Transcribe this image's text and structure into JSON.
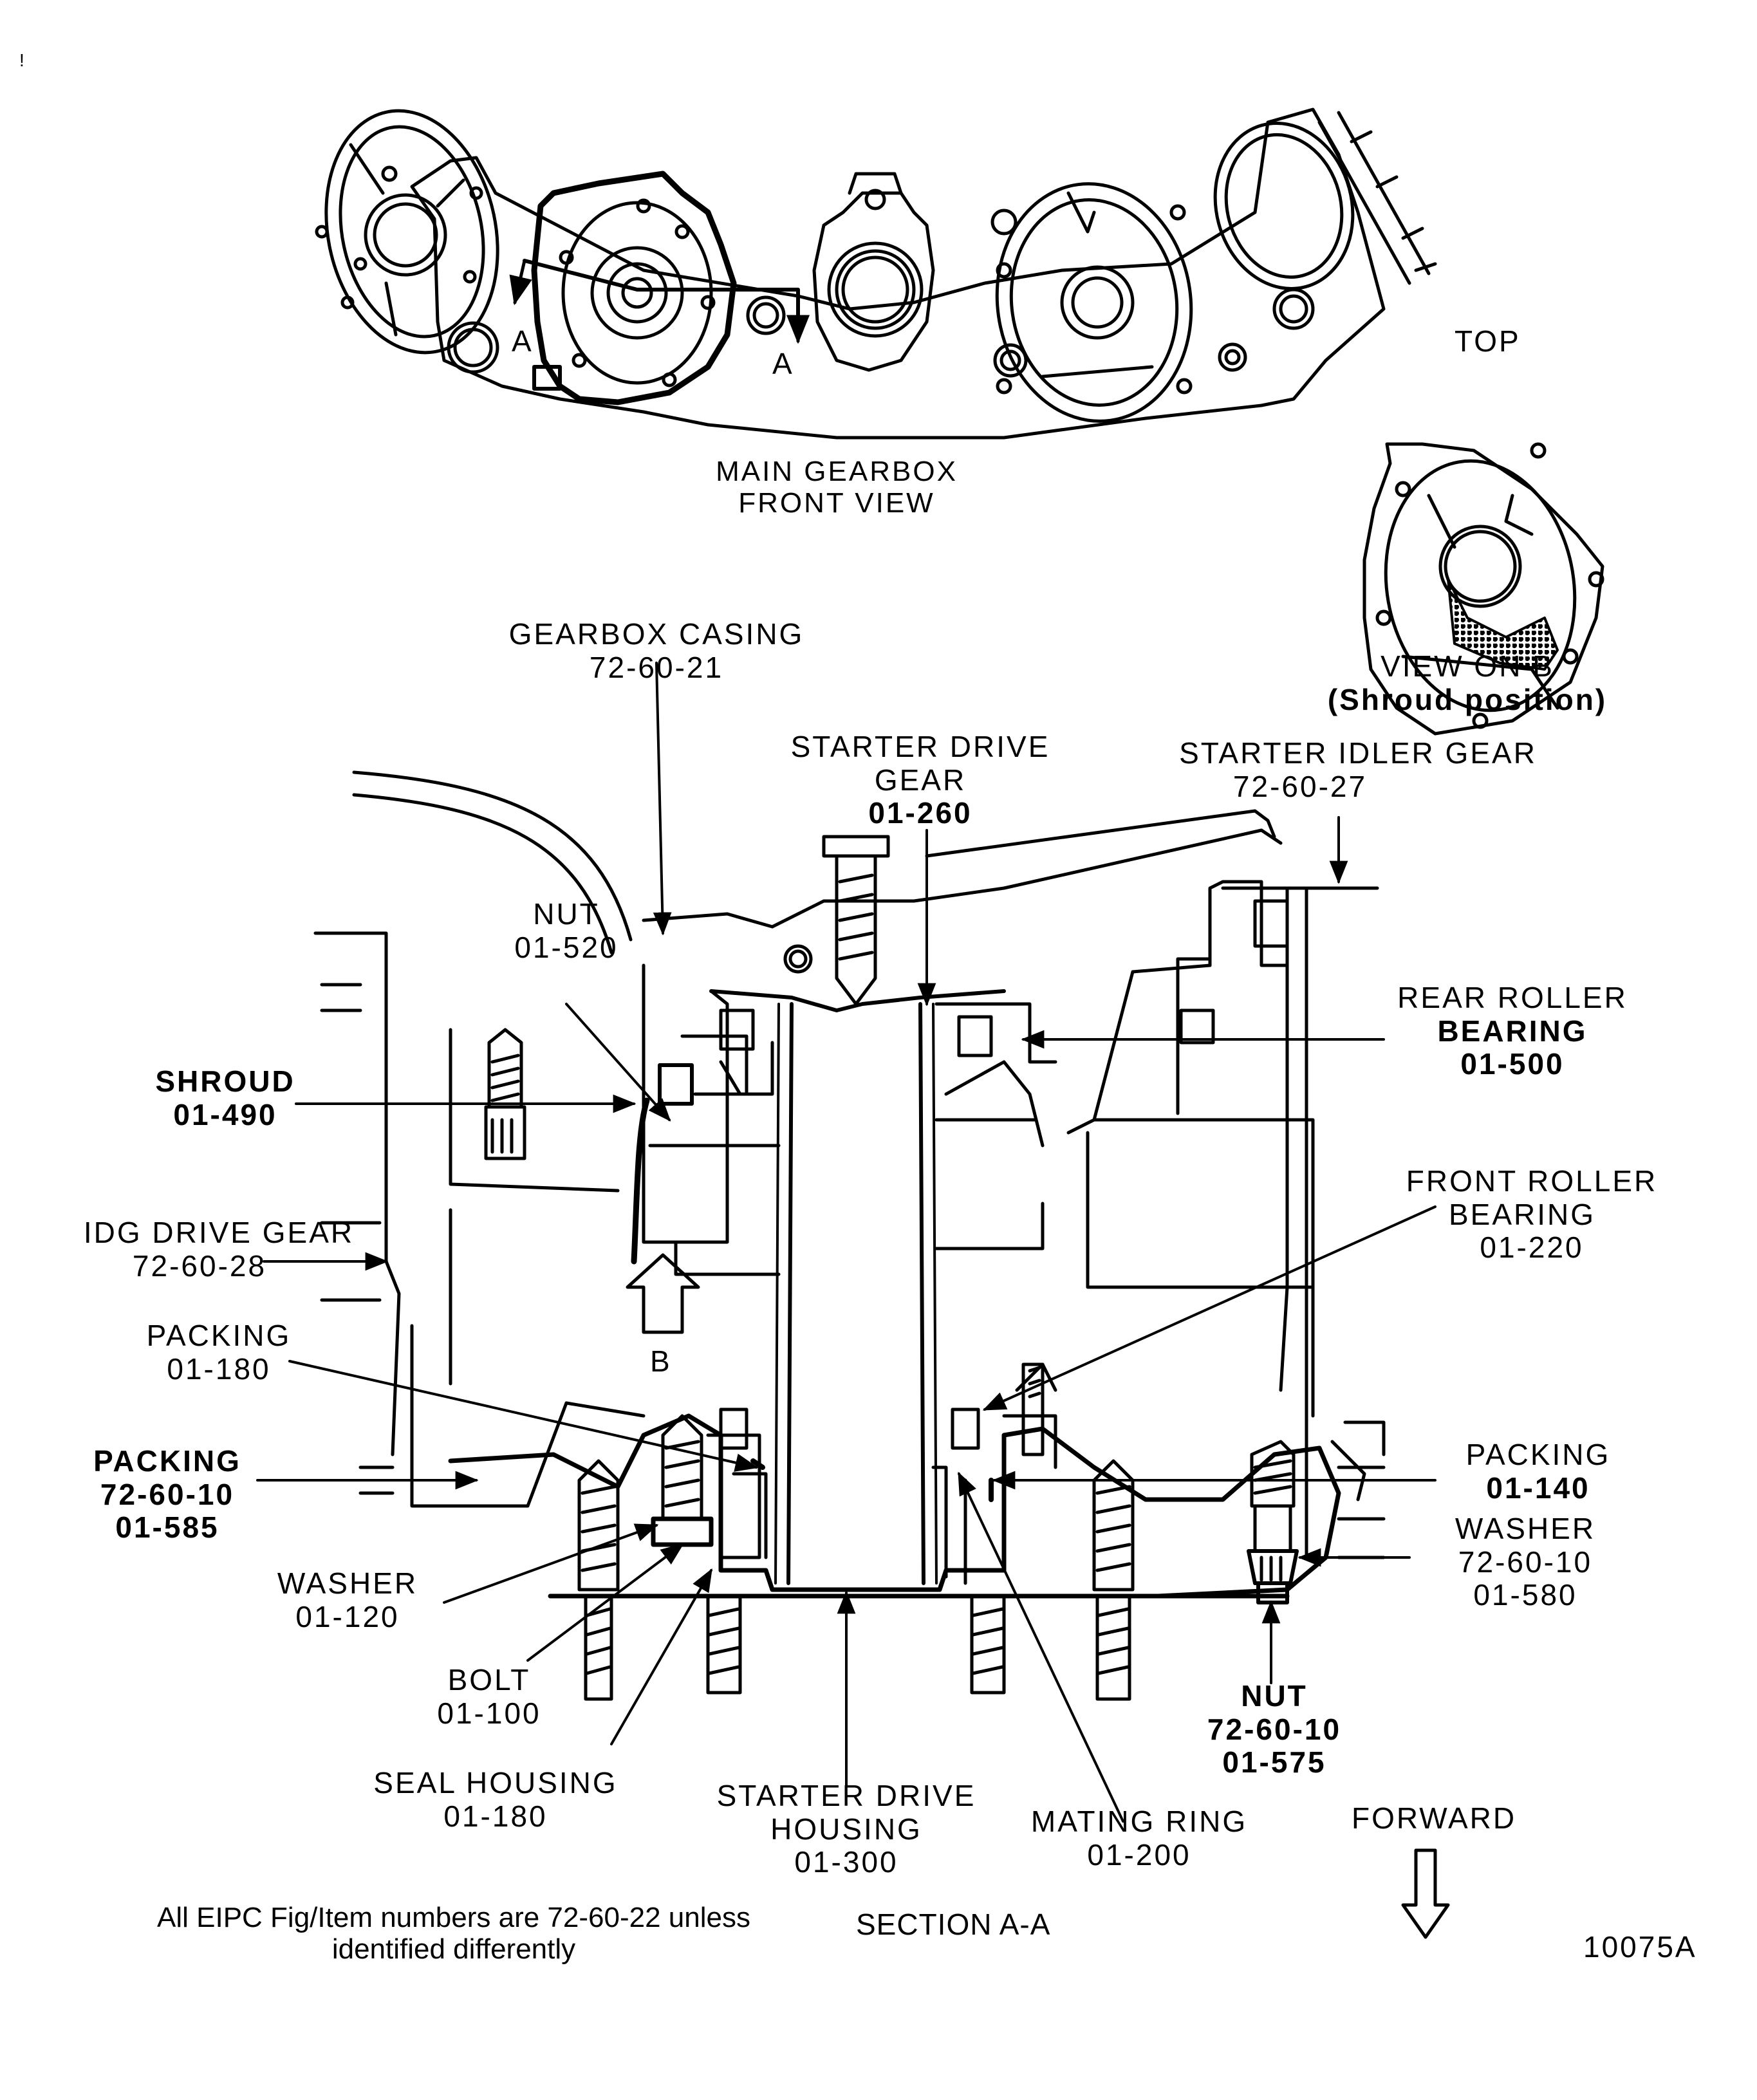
{
  "figure_id": "10075A",
  "stray_mark": "!",
  "front_view": {
    "title_line1": "MAIN GEARBOX",
    "title_line2": "FRONT VIEW",
    "section_marker_left": "A",
    "section_marker_right": "A"
  },
  "view_on_b": {
    "top_label": "TOP",
    "title_line1": "VIEW ON B",
    "title_line2": "(Shroud position)"
  },
  "section": {
    "title": "SECTION A-A",
    "view_marker": "B",
    "forward_label": "FORWARD",
    "note_line1": "All EIPC Fig/Item numbers are 72-60-22 unless",
    "note_line2": "identified differently"
  },
  "callouts": [
    {
      "id": "gearbox-casing",
      "name": "GEARBOX CASING",
      "ref": "72-60-21"
    },
    {
      "id": "starter-drive-gear",
      "name_line1": "STARTER DRIVE",
      "name_line2": "GEAR",
      "ref": "01-260"
    },
    {
      "id": "starter-idler-gear",
      "name": "STARTER IDLER GEAR",
      "ref": "72-60-27"
    },
    {
      "id": "nut-520",
      "name": "NUT",
      "ref": "01-520"
    },
    {
      "id": "rear-roller-bearing",
      "name_line1": "REAR ROLLER",
      "name_line2": "BEARING",
      "ref": "01-500"
    },
    {
      "id": "shroud",
      "name": "SHROUD",
      "ref": "01-490"
    },
    {
      "id": "front-roller-bearing",
      "name_line1": "FRONT ROLLER",
      "name_line2": "BEARING",
      "ref": "01-220"
    },
    {
      "id": "idg-drive-gear",
      "name": "IDG DRIVE GEAR",
      "ref": "72-60-28"
    },
    {
      "id": "packing-180",
      "name": "PACKING",
      "ref": "01-180"
    },
    {
      "id": "packing-585",
      "name": "PACKING",
      "ref_line1": "72-60-10",
      "ref_line2": "01-585"
    },
    {
      "id": "packing-140",
      "name": "PACKING",
      "ref": "01-140"
    },
    {
      "id": "washer-580",
      "name": "WASHER",
      "ref_line1": "72-60-10",
      "ref_line2": "01-580"
    },
    {
      "id": "washer-120",
      "name": "WASHER",
      "ref": "01-120"
    },
    {
      "id": "nut-575",
      "name": "NUT",
      "ref_line1": "72-60-10",
      "ref_line2": "01-575"
    },
    {
      "id": "bolt",
      "name": "BOLT",
      "ref": "01-100"
    },
    {
      "id": "seal-housing",
      "name": "SEAL HOUSING",
      "ref": "01-180"
    },
    {
      "id": "starter-drive-housing",
      "name_line1": "STARTER DRIVE",
      "name_line2": "HOUSING",
      "ref": "01-300"
    },
    {
      "id": "mating-ring",
      "name": "MATING RING",
      "ref": "01-200"
    }
  ]
}
